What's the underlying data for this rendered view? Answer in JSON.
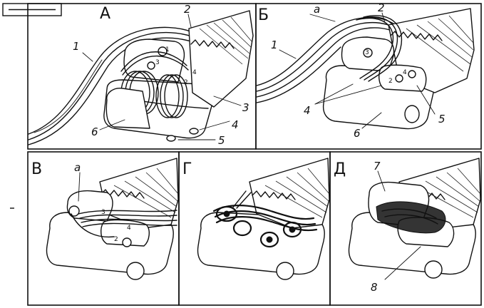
{
  "panels": {
    "A": {
      "letter": "А",
      "callouts": [
        "1",
        "2",
        "3",
        "4",
        "5",
        "6"
      ],
      "inner": [
        "1",
        "2",
        "3",
        "4"
      ]
    },
    "B": {
      "letter": "Б",
      "callouts": [
        "а",
        "2",
        "1",
        "4",
        "5",
        "6"
      ],
      "inner": [
        "3",
        "4",
        "2"
      ]
    },
    "V": {
      "letter": "В",
      "callouts": [
        "а"
      ],
      "inner": [
        "3",
        "4",
        "2"
      ]
    },
    "G": {
      "letter": "Г",
      "callouts": []
    },
    "D": {
      "letter": "Д",
      "callouts": [
        "7",
        "8"
      ]
    }
  }
}
